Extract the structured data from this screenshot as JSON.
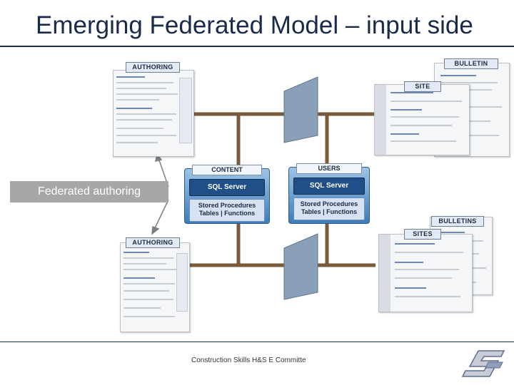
{
  "slide": {
    "title": "Emerging Federated Model – input side",
    "footer": "Construction Skills H&S E Committe"
  },
  "labels": {
    "authoring_top": "AUTHORING",
    "authoring_bottom": "AUTHORING",
    "bulletin": "BULLETIN",
    "site": "SITE",
    "bulletins": "BULLETINS",
    "sites": "SITES"
  },
  "content_db": {
    "header": "CONTENT",
    "engine": "SQL Server",
    "procs_line1": "Stored Procedures",
    "procs_line2": "Tables | Functions"
  },
  "users_db": {
    "header": "USERS",
    "engine": "SQL Server",
    "procs_line1": "Stored Procedures",
    "procs_line2": "Tables | Functions"
  },
  "callout": {
    "text": "Federated authoring"
  },
  "colors": {
    "connector": "#7a5a3a",
    "title": "#1a2a4a",
    "db_blue": "#3e7db8",
    "callout_bg": "#a7a7a7"
  }
}
